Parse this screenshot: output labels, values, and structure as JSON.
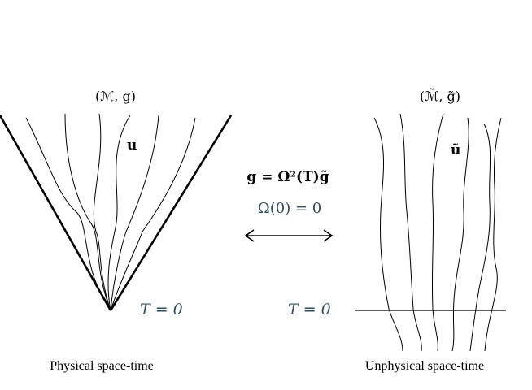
{
  "physical": {
    "manifold_label": "(ℳ, g)",
    "field_label": "u",
    "boundary_label": "T = 0",
    "caption": "Physical space-time"
  },
  "unphysical": {
    "manifold_label": "(ℳ̃, g̃)",
    "field_label": "ũ",
    "boundary_label": "T = 0",
    "caption": "Unphysical space-time"
  },
  "relation": {
    "metric": "g = Ω²(T)g̃",
    "condition": "Ω(0) = 0",
    "arrow_icon": "double-arrow-icon"
  },
  "colors": {
    "ink": "#000000",
    "muted": "#2f4f5f"
  }
}
